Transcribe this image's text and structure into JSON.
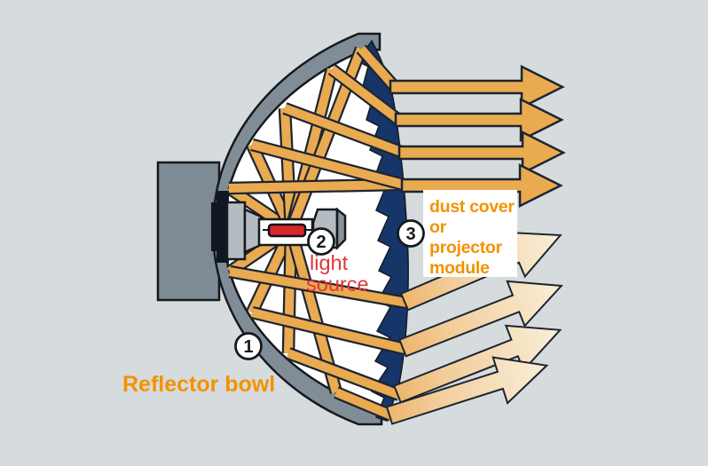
{
  "diagram": {
    "description_domain": "headlight reflector optics diagram",
    "labels": {
      "reflector_bowl": "Reflector bowl",
      "light_source": [
        "light",
        "source"
      ],
      "dust_cover": [
        "dust cover",
        "or",
        "projector",
        "module"
      ]
    },
    "callouts": [
      "1",
      "2",
      "3"
    ],
    "colors": {
      "background": "#d6dbdd",
      "bowl_shell_gray": "#818d96",
      "bowl_interior_white": "#ffffff",
      "housing_block_gray": "#7e8b94",
      "dust_cover_navy": "#16366a",
      "ray_orange": "#eaaa50",
      "ray_outline": "#1d2531",
      "exit_beam_gradient_start": "#eeb66e",
      "exit_beam_gradient_end": "#f9efd9",
      "filament_red": "#d8242b",
      "label_orange": "#f39200",
      "label_red": "#e23537"
    }
  }
}
